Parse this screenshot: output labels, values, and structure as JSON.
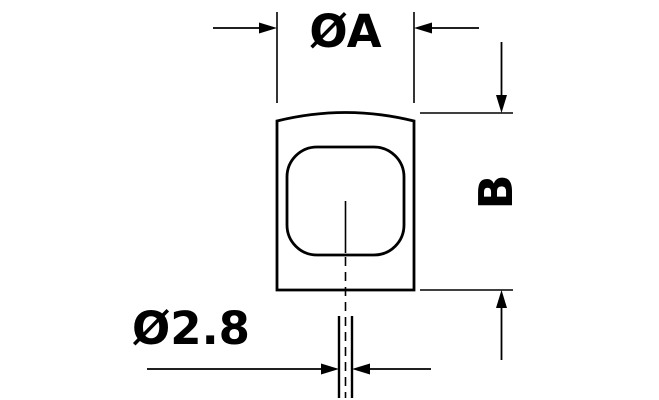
{
  "drawing": {
    "type": "technical-dimension-drawing",
    "part": "cylindrical knob with mounting pin",
    "labels": {
      "top_diameter": "ØA",
      "side_height": "B",
      "pin_diameter": "Ø2.8"
    },
    "colors": {
      "line": "#000000",
      "background": "#ffffff"
    }
  }
}
